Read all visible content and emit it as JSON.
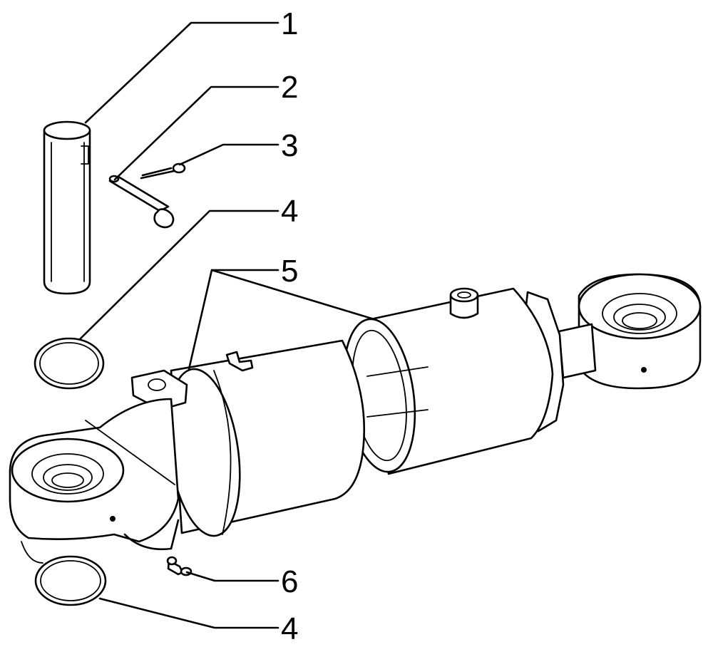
{
  "callouts": [
    {
      "id": "1",
      "label": "1"
    },
    {
      "id": "2",
      "label": "2"
    },
    {
      "id": "3",
      "label": "3"
    },
    {
      "id": "4a",
      "label": "4"
    },
    {
      "id": "5",
      "label": "5"
    },
    {
      "id": "6",
      "label": "6"
    },
    {
      "id": "4b",
      "label": "4"
    }
  ],
  "colors": {
    "ink": "#000000",
    "paper": "#ffffff"
  }
}
